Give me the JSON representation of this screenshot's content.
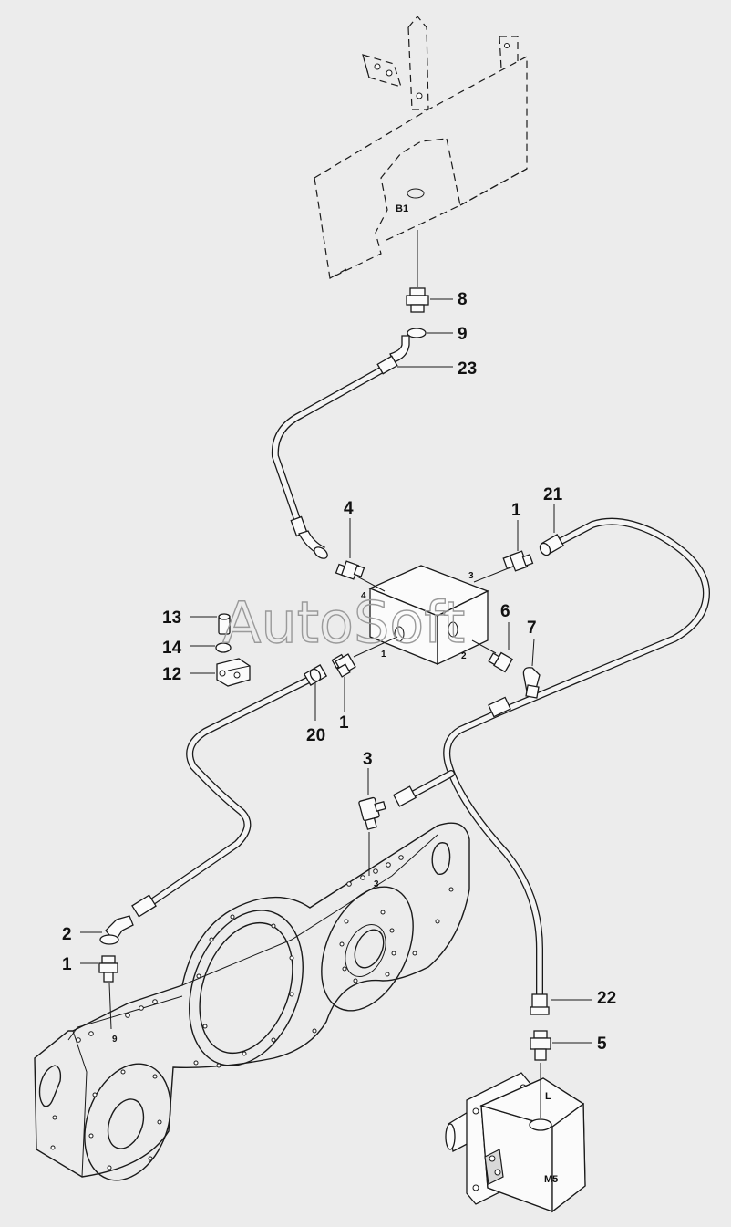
{
  "watermark": "AutoSoft",
  "labels": {
    "l8": "8",
    "l9": "9",
    "l23": "23",
    "l4": "4",
    "l1a": "1",
    "l21": "21",
    "l13": "13",
    "l14": "14",
    "l12": "12",
    "l6": "6",
    "l7": "7",
    "l20": "20",
    "l1b": "1",
    "l3": "3",
    "l2": "2",
    "l1c": "1",
    "l22": "22",
    "l5": "5"
  },
  "ports": {
    "p4": "4",
    "p3": "3",
    "p1": "1",
    "p2": "2",
    "p3b": "3",
    "p9": "9",
    "pL": "L"
  },
  "tags": {
    "b1": "B1",
    "m5": "M5"
  }
}
